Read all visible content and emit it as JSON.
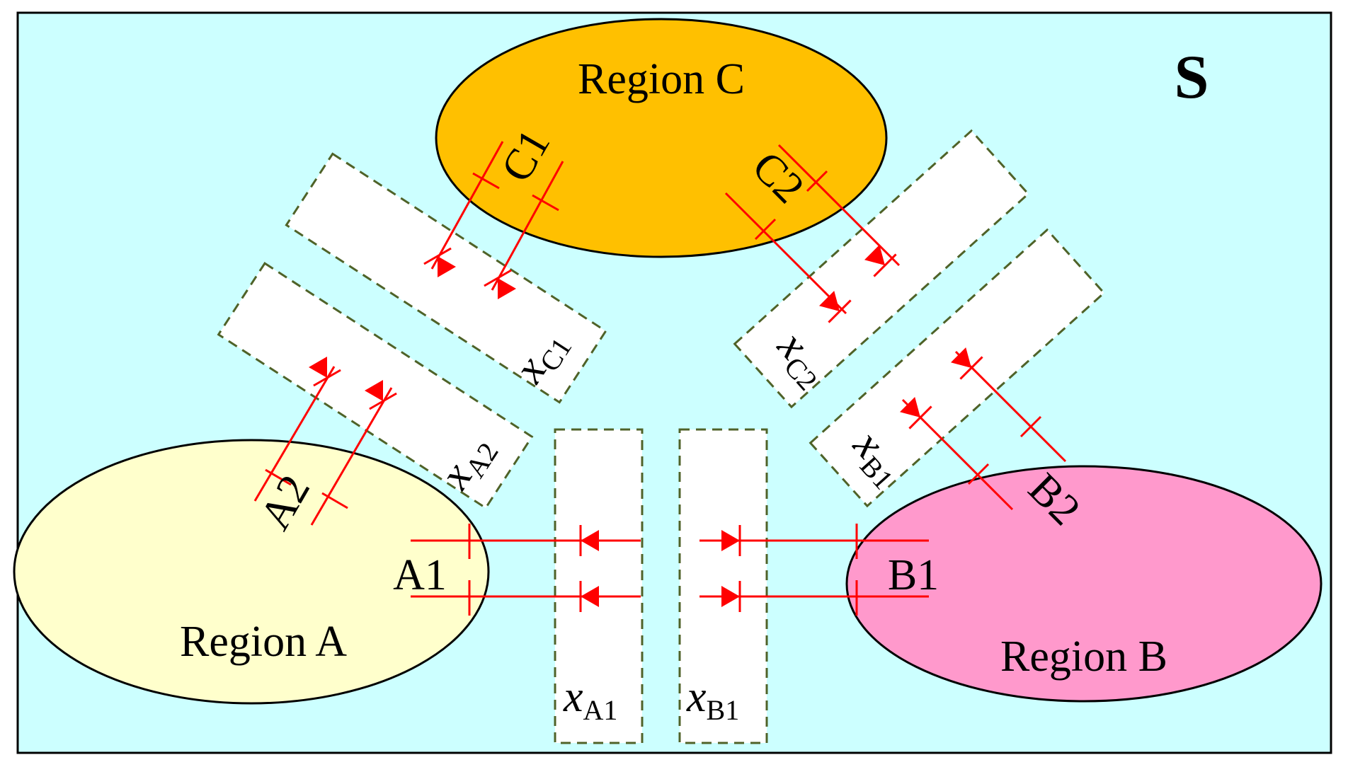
{
  "system_label": "S",
  "regions": {
    "a": {
      "label": "Region A",
      "color": "#FFFFCC"
    },
    "b": {
      "label": "Region B",
      "color": "#FF99CC"
    },
    "c": {
      "label": "Region C",
      "color": "#FFC000"
    }
  },
  "background_color": "#CCFFFF",
  "line_color": "#FF0000",
  "box_border_color": "#4F6228",
  "tie_lines": {
    "a1": "A1",
    "a2": "A2",
    "b1": "B1",
    "b2": "B2",
    "c1": "C1",
    "c2": "C2"
  },
  "boxes": {
    "xa1": {
      "main": "x",
      "sub": "A1"
    },
    "xb1v": {
      "main": "x",
      "sub": "B1"
    },
    "xa2": {
      "main": "x",
      "sub": "A2"
    },
    "xc1": {
      "main": "x",
      "sub": "C1"
    },
    "xc2": {
      "main": "x",
      "sub": "C2"
    },
    "xb1d": {
      "main": "x",
      "sub": "B1"
    }
  }
}
